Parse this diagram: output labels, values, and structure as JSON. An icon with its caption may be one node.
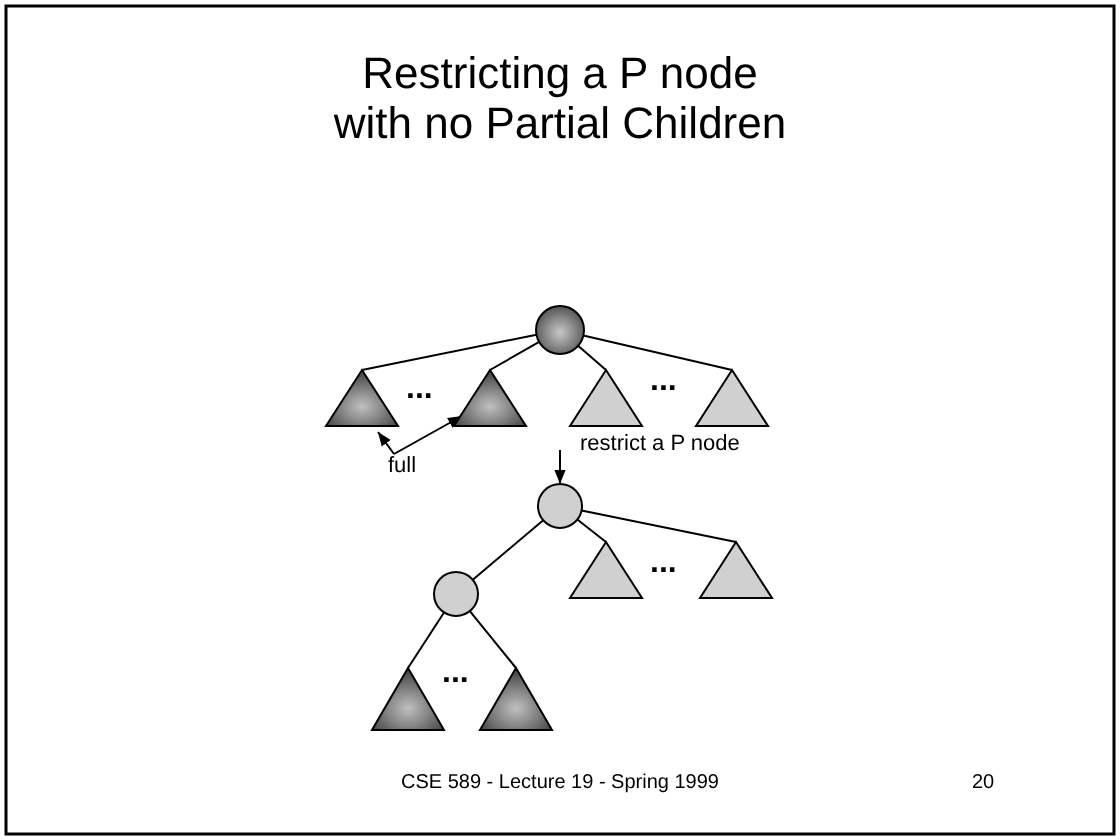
{
  "diagram": {
    "title": "Restricting a P node with no Partial Children",
    "nodes": [
      {
        "text": [],
        "shape": "circle"
      },
      {
        "text": [],
        "shape": "triangle"
      },
      {
        "text": [],
        "shape": "triangle"
      },
      {
        "text": [],
        "shape": "triangle"
      },
      {
        "text": [],
        "shape": "triangle"
      },
      {
        "text": [
          "full"
        ]
      },
      {
        "text": [],
        "shape": "circle"
      },
      {
        "text": [],
        "shape": "circle"
      },
      {
        "text": [],
        "shape": "triangle"
      },
      {
        "text": [],
        "shape": "triangle"
      },
      {
        "text": [],
        "shape": "triangle"
      },
      {
        "text": [],
        "shape": "triangle"
      }
    ],
    "edges": [
      {
        "from": 0,
        "to": 1,
        "arrow": "none"
      },
      {
        "from": 0,
        "to": 2,
        "arrow": "none"
      },
      {
        "from": 0,
        "to": 3,
        "arrow": "none"
      },
      {
        "from": 0,
        "to": 4,
        "arrow": "none"
      },
      {
        "from": 5,
        "to": 1,
        "arrow": "to"
      },
      {
        "from": 5,
        "to": 2,
        "arrow": "to"
      },
      {
        "from": null,
        "to": 6,
        "arrow": "to",
        "label": "restrict a P node"
      },
      {
        "from": 6,
        "to": 7,
        "arrow": "none"
      },
      {
        "from": 6,
        "to": 8,
        "arrow": "none"
      },
      {
        "from": 6,
        "to": 9,
        "arrow": "none"
      },
      {
        "from": 7,
        "to": 10,
        "arrow": "none"
      },
      {
        "from": 7,
        "to": 11,
        "arrow": "none"
      }
    ],
    "labels": [
      "...",
      "...",
      "...",
      "...",
      "CSE 589 - Lecture 19 - Spring 1999",
      "20"
    ]
  }
}
